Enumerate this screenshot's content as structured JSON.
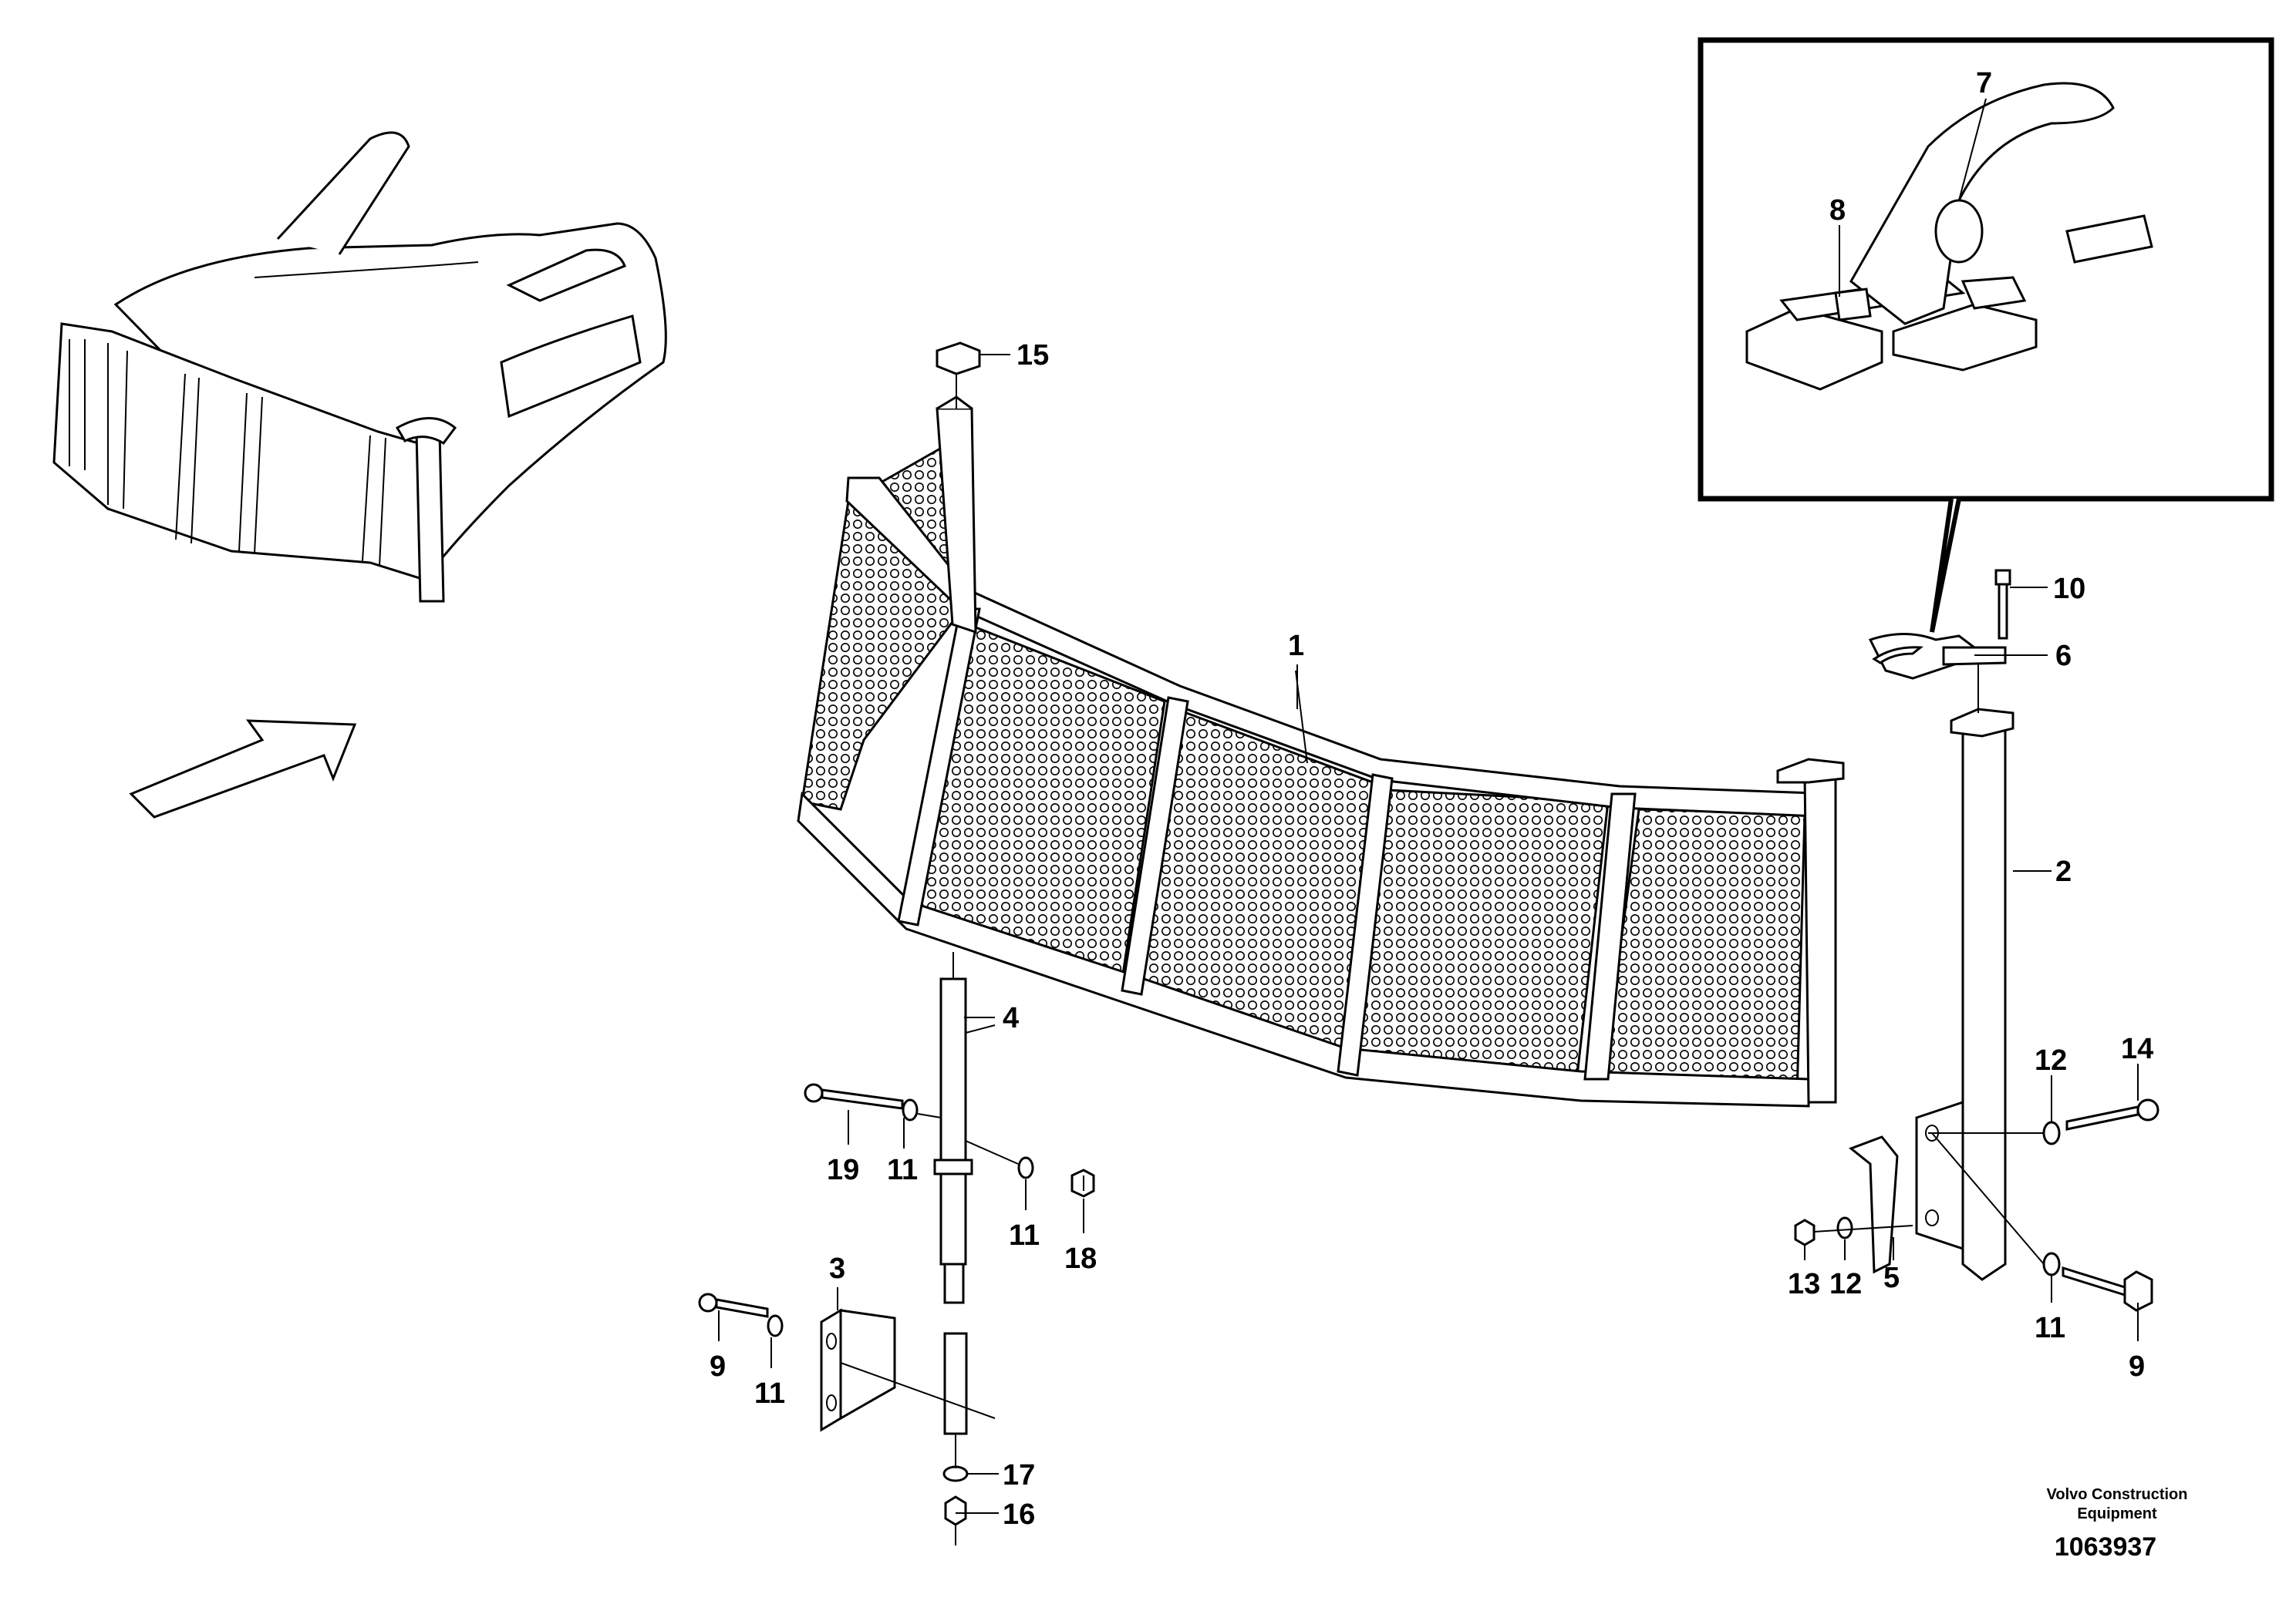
{
  "callouts": {
    "c1": "1",
    "c2": "2",
    "c3": "3",
    "c4": "4",
    "c5": "5",
    "c6": "6",
    "c7": "7",
    "c8": "8",
    "c9a": "9",
    "c9b": "9",
    "c10": "10",
    "c11a": "11",
    "c11b": "11",
    "c11c": "11",
    "c11d": "11",
    "c12a": "12",
    "c12b": "12",
    "c13": "13",
    "c14": "14",
    "c15": "15",
    "c16": "16",
    "c17": "17",
    "c18": "18",
    "c19": "19"
  },
  "footer": {
    "company_line1": "Volvo Construction",
    "company_line2": "Equipment",
    "drawing_number": "1063937"
  }
}
